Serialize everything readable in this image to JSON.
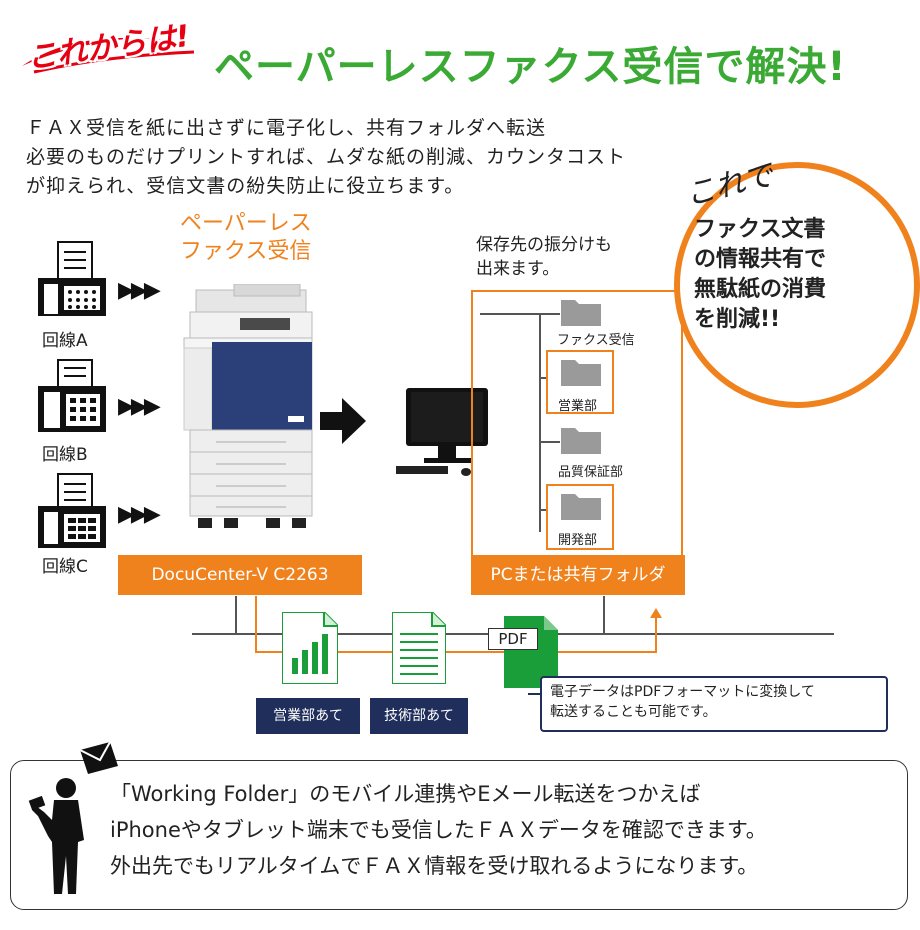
{
  "header": {
    "badge_text": "これからは!",
    "headline": "ペーパーレスファクス受信で解決!"
  },
  "intro": {
    "lines": [
      "ＦＡＸ受信を紙に出さずに電子化し、共有フォルダへ転送",
      "必要のものだけプリントすれば、ムダな紙の削減、カウンタコスト",
      "が抑えられ、受信文書の紛失防止に役立ちます。"
    ]
  },
  "paperless": {
    "line1": "ペーパーレス",
    "line2": "ファクス受信"
  },
  "fax_lines": [
    "回線A",
    "回線B",
    "回線C"
  ],
  "arrows": "▶▶▶",
  "device": {
    "name": "DocuCenter-V C2263"
  },
  "storage": {
    "line1": "保存先の振分けも",
    "line2": "出来ます。"
  },
  "folders": [
    "ファクス受信",
    "営業部",
    "品質保証部",
    "開発部"
  ],
  "pc_bar": "PCまたは共有フォルダ",
  "circle": {
    "kore": "これで",
    "lines": [
      "ファクス文書",
      "の情報共有で",
      "無駄紙の消費",
      "を削減!!"
    ]
  },
  "pdf_label": "PDF",
  "departments": [
    "営業部あて",
    "技術部あて"
  ],
  "callout": {
    "line1": "電子データはPDFフォーマットに変換して",
    "line2": "転送することも可能です。"
  },
  "bottom": {
    "lines": [
      "「Working Folder」のモバイル連携やEメール転送をつかえば",
      "iPhoneやタブレット端末でも受信したＦＡＸデータを確認できます。",
      "外出先でもリアルタイムでＦＡＸ情報を受け取れるようになります。"
    ]
  },
  "colors": {
    "accent_orange": "#f0821e",
    "headline_green": "#3aaa35",
    "badge_red": "#e60012",
    "navy": "#1f2e5a",
    "pdf_green": "#1a9e3a"
  }
}
